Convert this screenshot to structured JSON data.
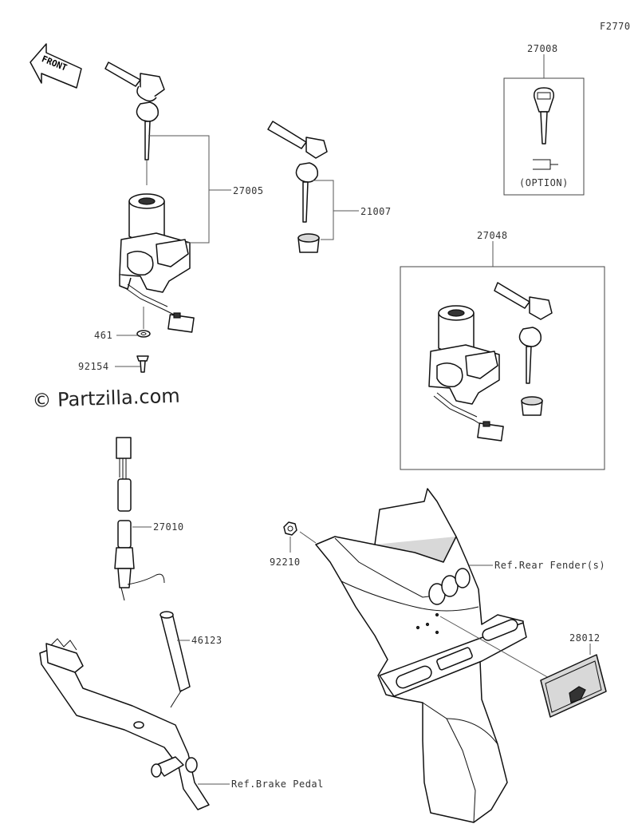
{
  "figure_code": "F2770",
  "front_label": "FRONT",
  "watermark": "© Partzilla.com",
  "parts": {
    "p27008": "27008",
    "option": "(OPTION)",
    "p27005": "27005",
    "p21007": "21007",
    "p27048": "27048",
    "p461": "461",
    "p92154": "92154",
    "p27010": "27010",
    "p92210": "92210",
    "rear_fender": "Ref.Rear Fender(s)",
    "p46123": "46123",
    "p28012": "28012",
    "brake_pedal": "Ref.Brake Pedal"
  }
}
